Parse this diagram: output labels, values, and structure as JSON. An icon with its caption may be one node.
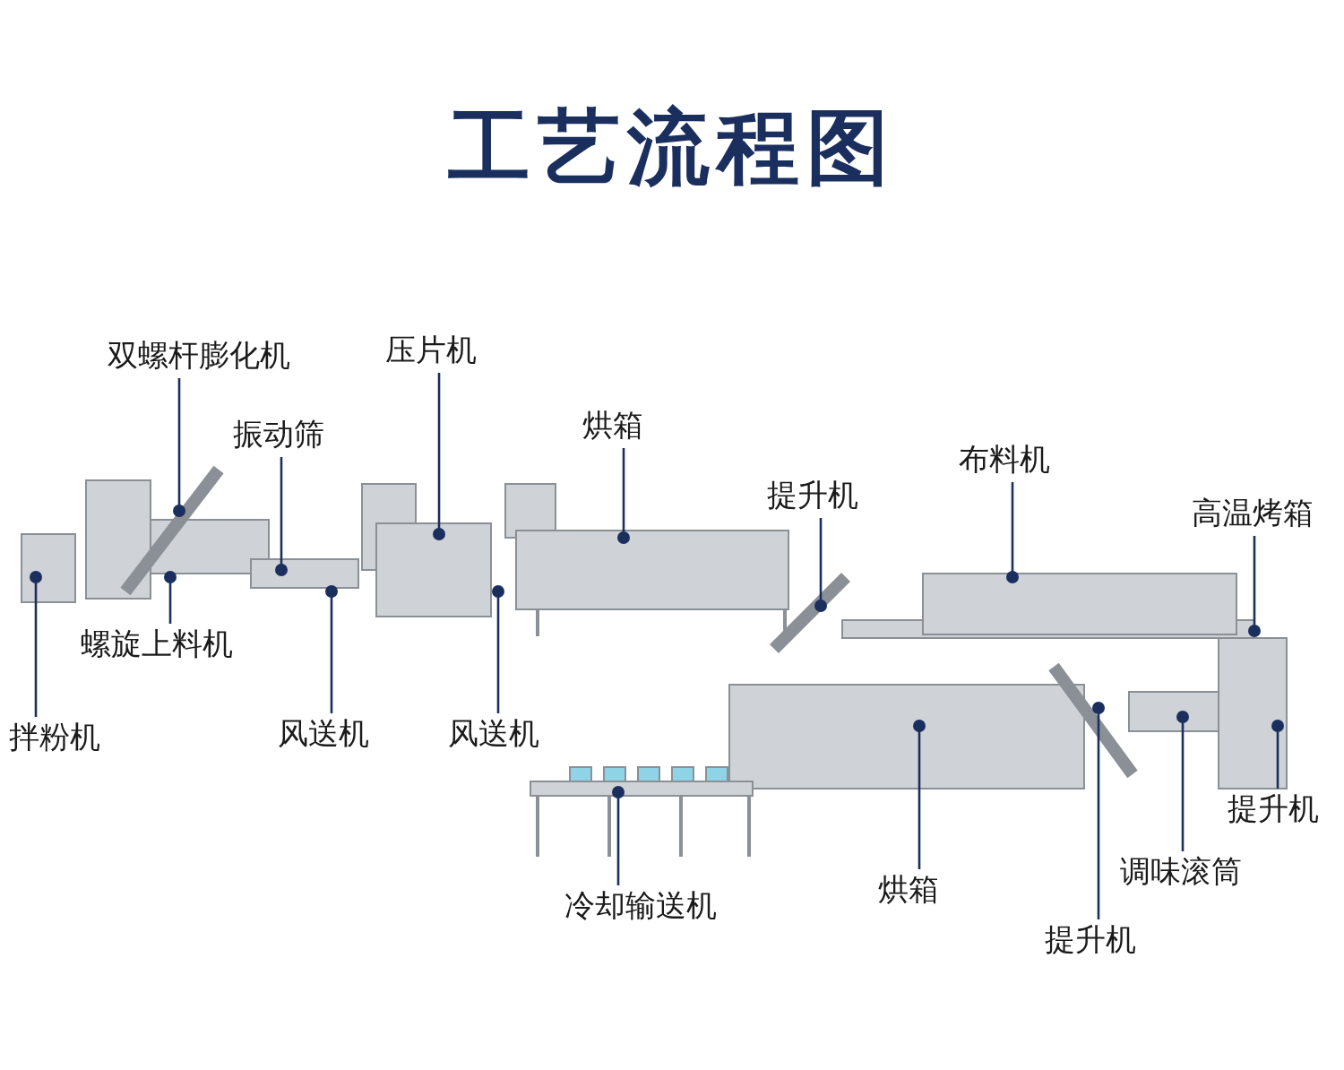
{
  "diagram": {
    "title": "工艺流程图",
    "nodes": [
      {
        "text": [
          "双螺杆膨化机"
        ]
      },
      {
        "text": [
          "压片机"
        ]
      },
      {
        "text": [
          "振动筛"
        ]
      },
      {
        "text": [
          "烘箱"
        ]
      },
      {
        "text": [
          "布料机"
        ]
      },
      {
        "text": [
          "提升机"
        ]
      },
      {
        "text": [
          "高温烤箱"
        ]
      },
      {
        "text": [
          "螺旋上料机"
        ]
      },
      {
        "text": [
          "拌粉机"
        ]
      },
      {
        "text": [
          "风送机"
        ]
      },
      {
        "text": [
          "风送机"
        ]
      },
      {
        "text": [
          "提升机"
        ]
      },
      {
        "text": [
          "调味滚筒"
        ]
      },
      {
        "text": [
          "烘箱"
        ]
      },
      {
        "text": [
          "冷却输送机"
        ]
      },
      {
        "text": [
          "提升机"
        ]
      }
    ],
    "edges": [
      {
        "from": 0,
        "to": null,
        "arrow": "other"
      },
      {
        "from": 1,
        "to": null,
        "arrow": "other"
      },
      {
        "from": 2,
        "to": null,
        "arrow": "other"
      },
      {
        "from": 3,
        "to": null,
        "arrow": "other"
      },
      {
        "from": 4,
        "to": null,
        "arrow": "other"
      },
      {
        "from": 5,
        "to": null,
        "arrow": "other"
      },
      {
        "from": 6,
        "to": null,
        "arrow": "other"
      },
      {
        "from": 7,
        "to": null,
        "arrow": "other"
      },
      {
        "from": 8,
        "to": null,
        "arrow": "other"
      },
      {
        "from": 9,
        "to": null,
        "arrow": "other"
      },
      {
        "from": 10,
        "to": null,
        "arrow": "other"
      },
      {
        "from": 11,
        "to": null,
        "arrow": "other"
      },
      {
        "from": 12,
        "to": null,
        "arrow": "other"
      },
      {
        "from": 13,
        "to": null,
        "arrow": "other"
      },
      {
        "from": 14,
        "to": null,
        "arrow": "other"
      },
      {
        "from": 15,
        "to": null,
        "arrow": "other"
      }
    ]
  }
}
